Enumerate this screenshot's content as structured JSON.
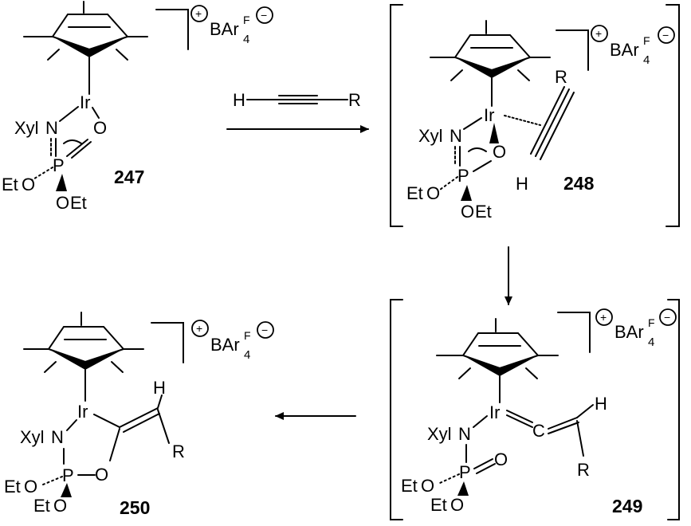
{
  "colors": {
    "nitrogen": "#2a4bd7",
    "oxygen": "#e3001b",
    "phosphorus": "#e88a10",
    "bond": "#000000"
  },
  "labels": {
    "metal": "Ir",
    "nitrogen": "N",
    "xylyl": "Xyl",
    "phosphorus": "P",
    "oxygen": "O",
    "ethyl": "Et",
    "carbon": "C",
    "hydrogen": "H",
    "rgroup": "R",
    "counterion_main": "BAr",
    "counterion_sup": "F",
    "counterion_sub": "4",
    "plus_sign": "+",
    "minus_sign": "−"
  },
  "compounds": [
    {
      "id": "247"
    },
    {
      "id": "248"
    },
    {
      "id": "249"
    },
    {
      "id": "250"
    }
  ]
}
